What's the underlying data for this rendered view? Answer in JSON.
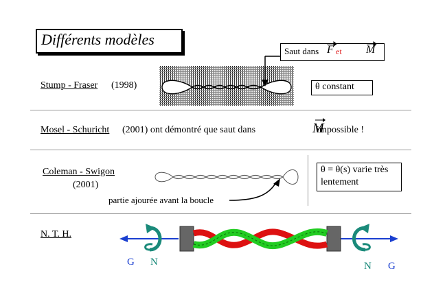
{
  "title": "Différents modèles",
  "callout": {
    "prefix": "Saut dans",
    "F": "F",
    "et": "et",
    "M": "M"
  },
  "rows": {
    "stump": {
      "name": "Stump - Fraser",
      "year": "(1998)",
      "box": "θ constant"
    },
    "mosel": {
      "name": "Mosel - Schuricht",
      "text": "(2001) ont démontré que saut dans",
      "M": "M",
      "overlay": "im",
      "end": "possible !"
    },
    "coleman": {
      "name": "Coleman - Swigon",
      "year": "(2001)",
      "box_line1": "θ = θ(s) varie très",
      "box_line2": "lentement",
      "note": "partie ajourée avant la boucle"
    },
    "nth": {
      "name": "N. T. H.",
      "G_left": "G",
      "N_left": "N",
      "N_right": "N",
      "G_right": "G"
    }
  },
  "colors": {
    "divider": "#9a9a9a",
    "axis_blue": "#1a3fd0",
    "arrow_teal": "#1a8a7a",
    "strand_green": "#22cc22",
    "strand_red": "#dd1111",
    "end_grey": "#666666",
    "et_red": "#e02020"
  },
  "icons": {
    "twist_left": "curved-arrow-icon",
    "twist_right": "curved-arrow-icon"
  }
}
